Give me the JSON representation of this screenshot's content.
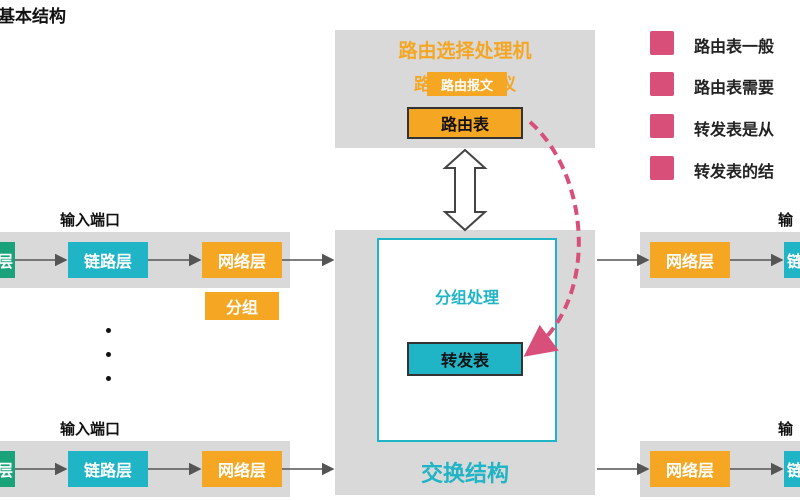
{
  "page_title": "基本结构",
  "routing_processor": {
    "title": "路由选择处理机",
    "protocol_label": "路由选择协议",
    "message_tag": "路由报文",
    "routing_table": "路由表"
  },
  "switch_fabric": {
    "processing_label": "分组处理",
    "forwarding_table": "转发表",
    "title": "交换结构"
  },
  "input_ports": [
    {
      "title": "输入端口",
      "physical": "层",
      "link": "链路层",
      "network": "网络层"
    },
    {
      "title": "输入端口",
      "physical": "层",
      "link": "链路层",
      "network": "网络层"
    }
  ],
  "packet_tag": "分组",
  "output_ports": [
    {
      "title": "输",
      "network": "网络层",
      "link": "链"
    },
    {
      "title": "输",
      "network": "网络层",
      "link": "链"
    }
  ],
  "notes": [
    {
      "text": "路由表一般"
    },
    {
      "text": "路由表需要"
    },
    {
      "text": "转发表是从"
    },
    {
      "text": "转发表的结"
    }
  ],
  "colors": {
    "teal": "#1fb4c6",
    "orange": "#f5a623",
    "green": "#1aa37a",
    "panel_gray": "#d9d9d9",
    "bullet": "#d8507a",
    "title_orange": "#f5a623"
  }
}
